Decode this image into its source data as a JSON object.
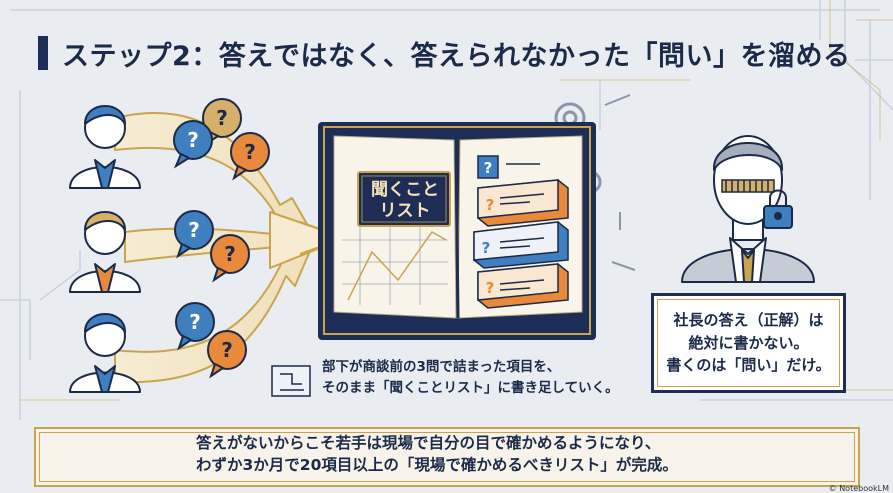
{
  "title": "ステップ2：答えではなく、答えられなかった「問い」を溜める",
  "book": {
    "label_line1": "聞くこと",
    "label_line2": "リスト"
  },
  "question_mark": "?",
  "ceo_box": {
    "line1": "社長の答え（正解）は",
    "line2": "絶対に書かない。",
    "line3": "書くのは「問い」だけ。"
  },
  "note": {
    "line1": "部下が商談前の3問で詰まった項目を、",
    "line2": "そのまま「聞くことリスト」に書き足していく。"
  },
  "bottom": {
    "line1": "答えがないからこそ若手は現場で自分の目で確かめるようになり、",
    "line2": "わずか3か月で20項目以上の「現場で確かめるべきリスト」が完成。"
  },
  "credit": "© NotebookLM",
  "colors": {
    "navy": "#1d2d55",
    "gold": "#c9a44c",
    "orange": "#e8893c",
    "blue": "#3f7fbf",
    "tan": "#c8a35a"
  },
  "icons": [
    "employee-icon",
    "question-bubble-icon",
    "arrow-icon",
    "book-icon",
    "gear-icon",
    "ceo-icon",
    "zipper-mouth-icon",
    "padlock-icon",
    "blueprint-icon",
    "growth-arrow-icon"
  ]
}
